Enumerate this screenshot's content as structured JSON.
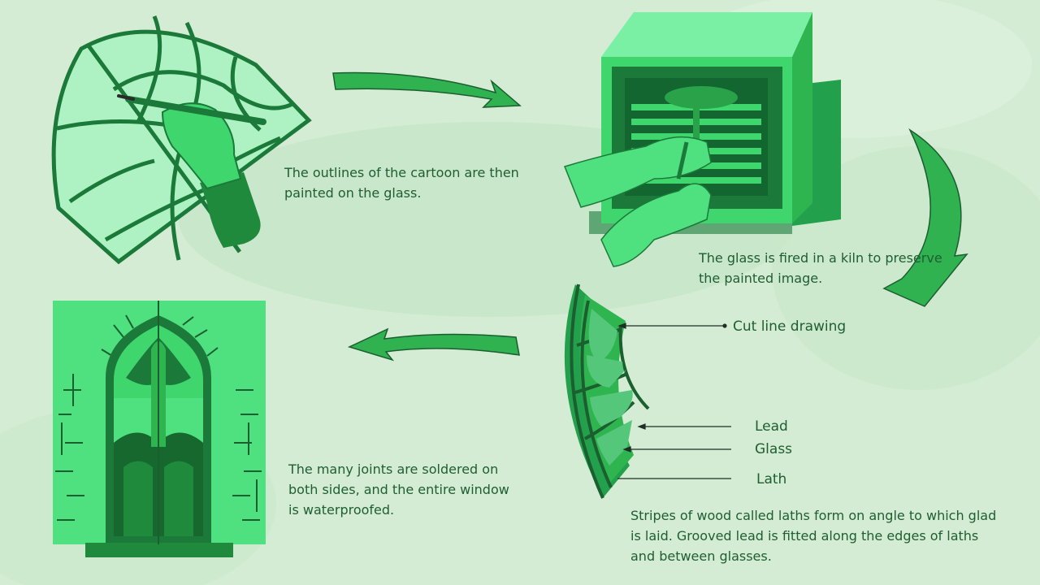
{
  "captions": {
    "paint": "The outlines of the cartoon are then painted on the glass.",
    "kiln": "The glass is fired in a kiln to preserve the painted image.",
    "lath": "Stripes of wood called laths form on angle to which glad is laid. Grooved lead is fitted along the edges of laths and between glasses.",
    "solder": "The many joints are soldered on both sides, and the entire window is waterproofed."
  },
  "labels": {
    "cut_line": "Cut line drawing",
    "lead": "Lead",
    "glass": "Glass",
    "lath": "Lath"
  },
  "colors": {
    "background": "#d2ecd2",
    "text": "#1f5e32",
    "dark_green": "#1b7a3a",
    "mid_green": "#29a24a",
    "bright_green": "#4fe07f",
    "light_green": "#aef2c3"
  }
}
